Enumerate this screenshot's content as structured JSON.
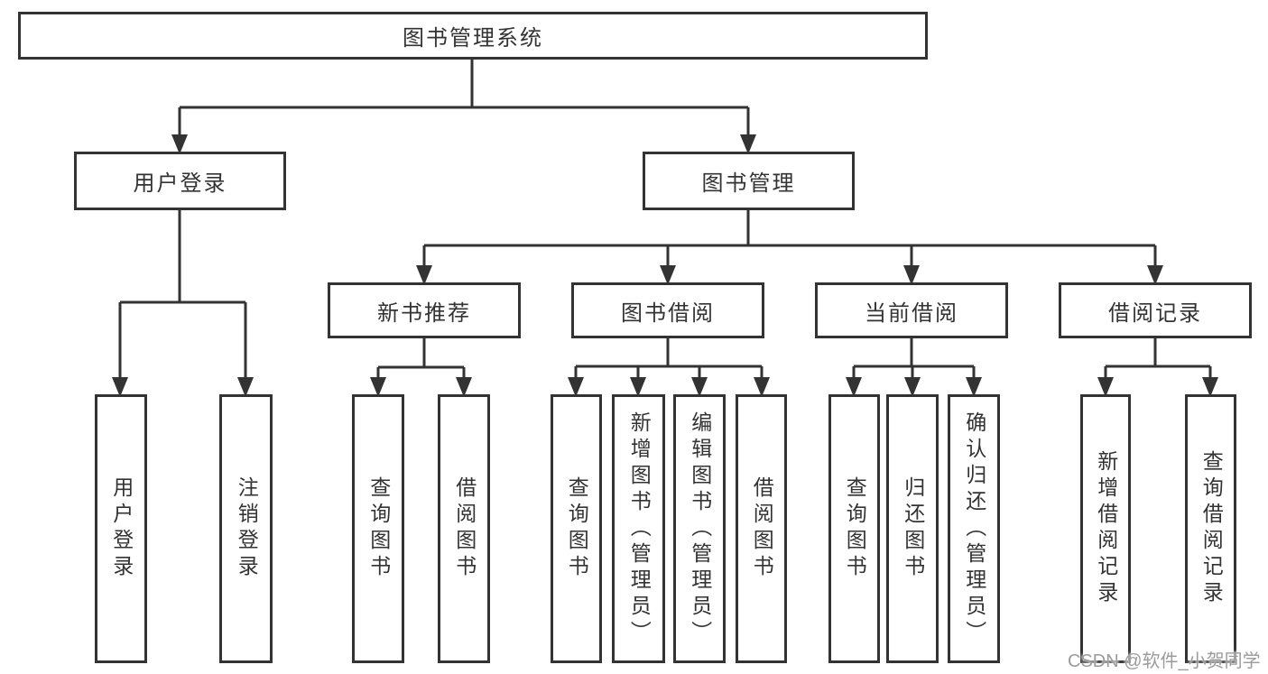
{
  "diagram": {
    "root": {
      "label": "图书管理系统"
    },
    "branches": [
      {
        "label": "用户登录",
        "children": [
          {
            "label": "用户登录"
          },
          {
            "label": "注销登录"
          }
        ]
      },
      {
        "label": "图书管理",
        "children": [
          {
            "label": "新书推荐",
            "children": [
              {
                "label": "查询图书"
              },
              {
                "label": "借阅图书"
              }
            ]
          },
          {
            "label": "图书借阅",
            "children": [
              {
                "label": "查询图书"
              },
              {
                "label": "新增图书（管理员）"
              },
              {
                "label": "编辑图书（管理员）"
              },
              {
                "label": "借阅图书"
              }
            ]
          },
          {
            "label": "当前借阅",
            "children": [
              {
                "label": "查询图书"
              },
              {
                "label": "归还图书"
              },
              {
                "label": "确认归还（管理员）"
              }
            ]
          },
          {
            "label": "借阅记录",
            "children": [
              {
                "label": "新增借阅记录"
              },
              {
                "label": "查询借阅记录"
              }
            ]
          }
        ]
      }
    ]
  },
  "watermark": {
    "text": "CSDN @软件_小贺同学"
  },
  "colors": {
    "line": "#333333",
    "text": "#333333",
    "background": "#ffffff",
    "watermark": "#9b9b9b"
  }
}
